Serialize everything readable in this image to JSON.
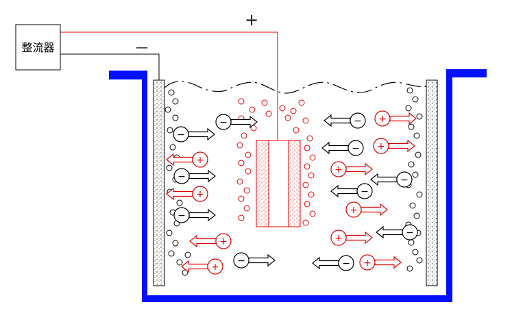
{
  "rectifier": {
    "label": "整流器"
  },
  "terminals": {
    "positive": "+",
    "negative": "—"
  },
  "ions": {
    "cation_sign": "+",
    "anion_sign": "−"
  },
  "colors": {
    "tank": "#0010ff",
    "positive_wire": "#e00000",
    "negative_wire": "#000000",
    "cation": "#e00000",
    "anion": "#000000"
  },
  "icons": {
    "anode": "anode-block",
    "cathode": "cathode-plate",
    "bubble": "gas-bubble-icon",
    "arrow": "hollow-arrow-icon"
  }
}
